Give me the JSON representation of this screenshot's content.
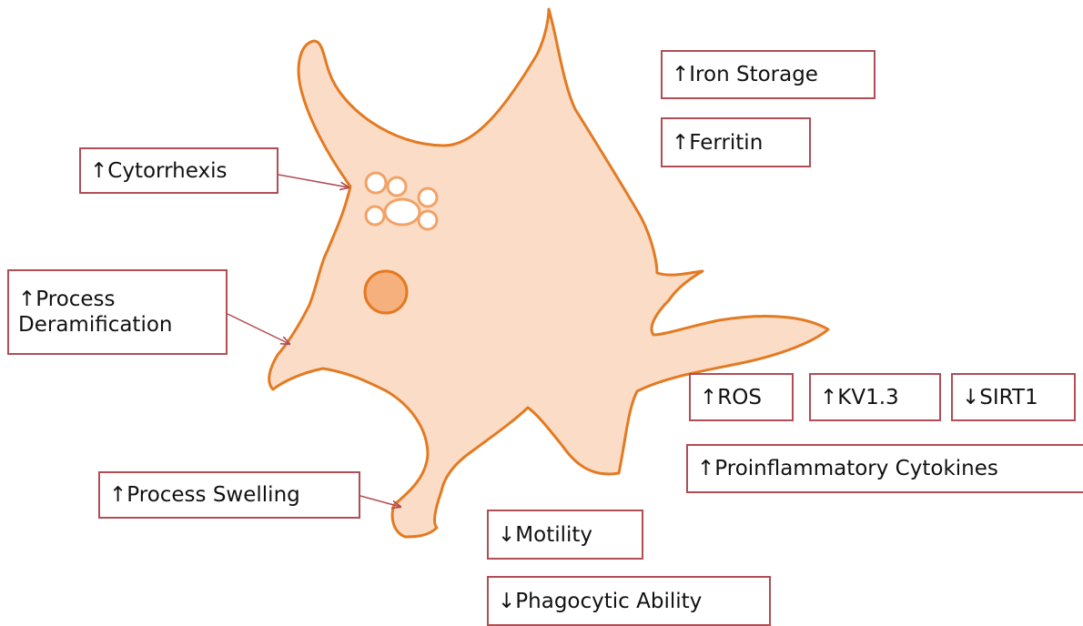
{
  "colors": {
    "cell_fill": "#fbdcc6",
    "cell_outline": "#e37a22",
    "nucleus_fill": "#f5b07e",
    "box_border": "#b04d55",
    "arrow": "#b04d55"
  },
  "labels": {
    "cytorrhexis": "↑Cytorrhexis",
    "process_deramification_line1": "↑Process",
    "process_deramification_line2": "Deramification",
    "process_swelling": "↑Process Swelling",
    "iron_storage": "↑Iron Storage",
    "ferritin": "↑Ferritin",
    "ros": "↑ROS",
    "kv13": "↑KV1.3",
    "sirt1": "↓SIRT1",
    "proinflammatory_cytokines": "↑Proinflammatory Cytokines",
    "motility": "↓Motility",
    "phagocytic_ability": "↓Phagocytic Ability"
  }
}
